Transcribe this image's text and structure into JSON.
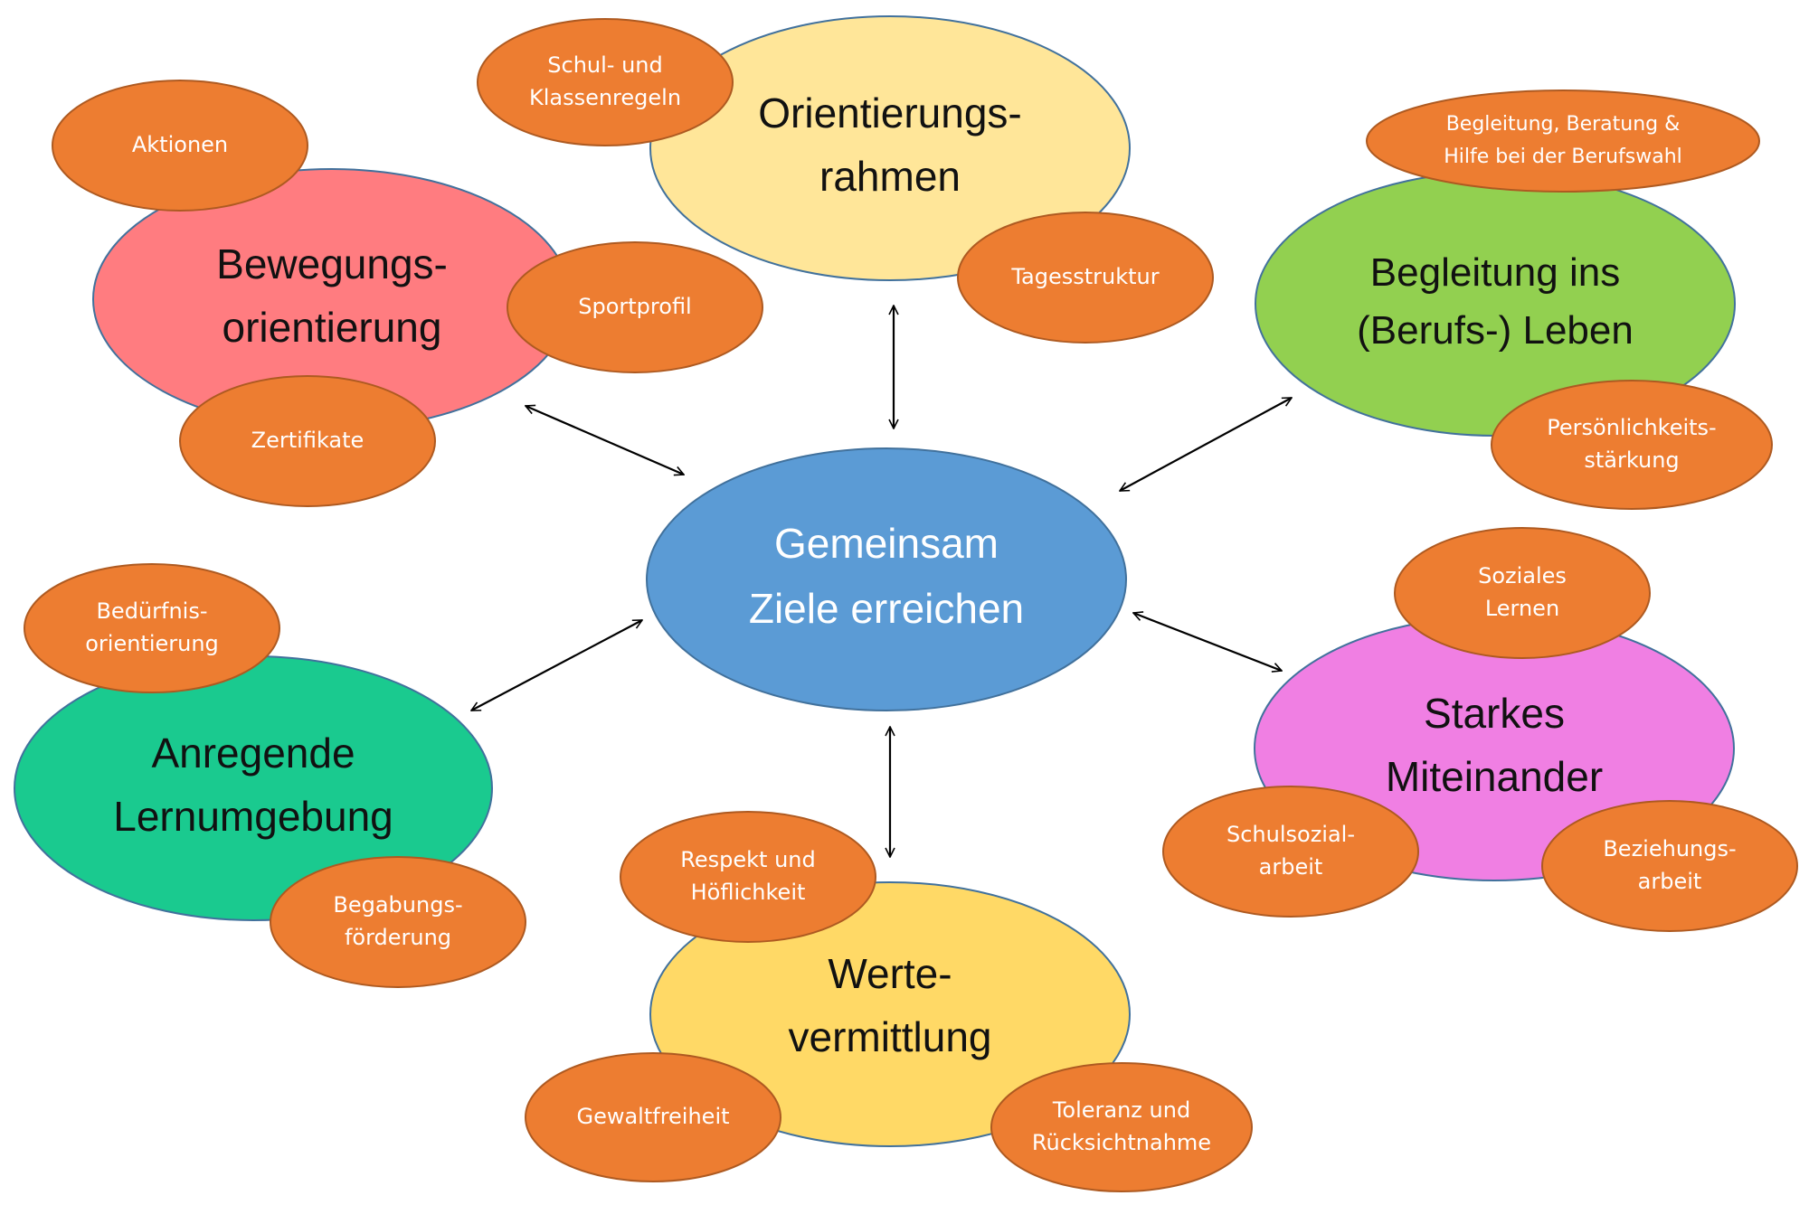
{
  "colors": {
    "bubble_fill": "#ED7D31",
    "bubble_stroke": "#AE5A21",
    "main_stroke": "#41719C",
    "arrow": "#000000"
  },
  "center": {
    "lines": [
      "Gemeinsam",
      "Ziele erreichen"
    ],
    "fill": "#5B9BD5"
  },
  "topics": [
    {
      "id": "orientierungsrahmen",
      "lines": [
        "Orientierungs-",
        "rahmen"
      ],
      "fill": "#FFE699",
      "bubbles": [
        [
          "Schul- und",
          "Klassenregeln"
        ],
        [
          "Tagesstruktur"
        ]
      ]
    },
    {
      "id": "bewegungsorientierung",
      "lines": [
        "Bewegungs-",
        "orientierung"
      ],
      "fill": "#FF7C80",
      "bubbles": [
        [
          "Aktionen"
        ],
        [
          "Sportprofil"
        ],
        [
          "Zertifikate"
        ]
      ]
    },
    {
      "id": "begleitung",
      "lines": [
        "Begleitung ins",
        "(Berufs-) Leben"
      ],
      "fill": "#92D050",
      "bubbles": [
        [
          "Begleitung, Beratung &",
          "Hilfe bei der Berufswahl"
        ],
        [
          "Persönlichkeits-",
          "stärkung"
        ]
      ]
    },
    {
      "id": "lernumgebung",
      "lines": [
        "Anregende",
        "Lernumgebung"
      ],
      "fill": "#1ACA8F",
      "bubbles": [
        [
          "Bedürfnis-",
          "orientierung"
        ],
        [
          "Begabungs-",
          "förderung"
        ]
      ]
    },
    {
      "id": "miteinander",
      "lines": [
        "Starkes",
        "Miteinander"
      ],
      "fill": "#F07FE3",
      "bubbles": [
        [
          "Soziales",
          "Lernen"
        ],
        [
          "Schulsozial-",
          "arbeit"
        ],
        [
          "Beziehungs-",
          "arbeit"
        ]
      ]
    },
    {
      "id": "wertevermittlung",
      "lines": [
        "Werte-",
        "vermittlung"
      ],
      "fill": "#FFD966",
      "bubbles": [
        [
          "Respekt und",
          "Höflichkeit"
        ],
        [
          "Gewaltfreiheit"
        ],
        [
          "Toleranz und",
          "Rücksichtnahme"
        ]
      ]
    }
  ]
}
